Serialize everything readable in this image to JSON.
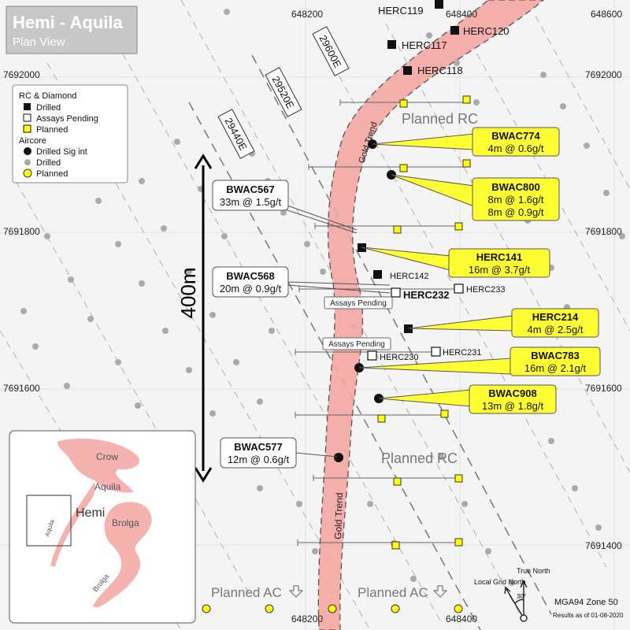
{
  "title": {
    "main": "Hemi - Aquila",
    "sub": "Plan View"
  },
  "grid": {
    "eastings_top": [
      "648200",
      "648400",
      "648600"
    ],
    "eastings_bottom": [
      "648200",
      "648400"
    ],
    "northings": [
      "7692000",
      "7691800",
      "7691600",
      "7691400"
    ]
  },
  "section_lines": [
    "29600E",
    "29520E",
    "29440E"
  ],
  "legend": {
    "rc_heading": "RC & Diamond",
    "rc_items": [
      "Drilled",
      "Assays Pending",
      "Planned"
    ],
    "ac_heading": "Aircore",
    "ac_items": [
      "Drilled Sig int",
      "Drilled",
      "Planned"
    ]
  },
  "scale_bar": {
    "label": "400m"
  },
  "trend_labels": [
    "Gold Trend",
    "Gold Trend"
  ],
  "planned_labels": {
    "rc_upper": "Planned RC",
    "rc_lower": "Planned RC",
    "ac_left": "Planned AC",
    "ac_right": "Planned AC"
  },
  "hole_labels": [
    "HERC119",
    "HERC120",
    "HERC117",
    "HERC118",
    "HERC142",
    "HERC232",
    "HERC233",
    "HERC230",
    "HERC231"
  ],
  "pending_tags": [
    "Assays Pending",
    "Assays Pending"
  ],
  "callouts": {
    "bwac774": {
      "name": "BWAC774",
      "lines": [
        "4m @ 0.6g/t"
      ]
    },
    "bwac800": {
      "name": "BWAC800",
      "lines": [
        "8m @ 1.6g/t",
        "8m @ 0.9g/t"
      ]
    },
    "herc141": {
      "name": "HERC141",
      "lines": [
        "16m @ 3.7g/t"
      ]
    },
    "herc214": {
      "name": "HERC214",
      "lines": [
        "4m @ 2.5g/t"
      ]
    },
    "bwac783": {
      "name": "BWAC783",
      "lines": [
        "16m @ 2.1g/t"
      ]
    },
    "bwac908": {
      "name": "BWAC908",
      "lines": [
        "13m @ 1.8g/t"
      ]
    },
    "bwac567": {
      "name": "BWAC567",
      "lines": [
        "33m @ 1.5g/t"
      ]
    },
    "bwac568": {
      "name": "BWAC568",
      "lines": [
        "20m @ 0.9g/t"
      ]
    },
    "bwac577": {
      "name": "BWAC577",
      "lines": [
        "12m @ 0.6g/t"
      ]
    }
  },
  "inset": {
    "crow": "Crow",
    "aquila_top": "Aquila",
    "hemi": "Hemi",
    "brolga_top": "Brolga",
    "aquila_side": "Aquila",
    "brolga_side": "Brolga"
  },
  "north": {
    "local": "Local Grid North",
    "true": "True North",
    "angle": "30°"
  },
  "footer": {
    "zone": "MGA94 Zone 50",
    "results": "Results as of 01-08-2020"
  },
  "colors": {
    "trend": "#f4a7a3",
    "callout": "#ffff33",
    "planned": "#ffff00"
  }
}
